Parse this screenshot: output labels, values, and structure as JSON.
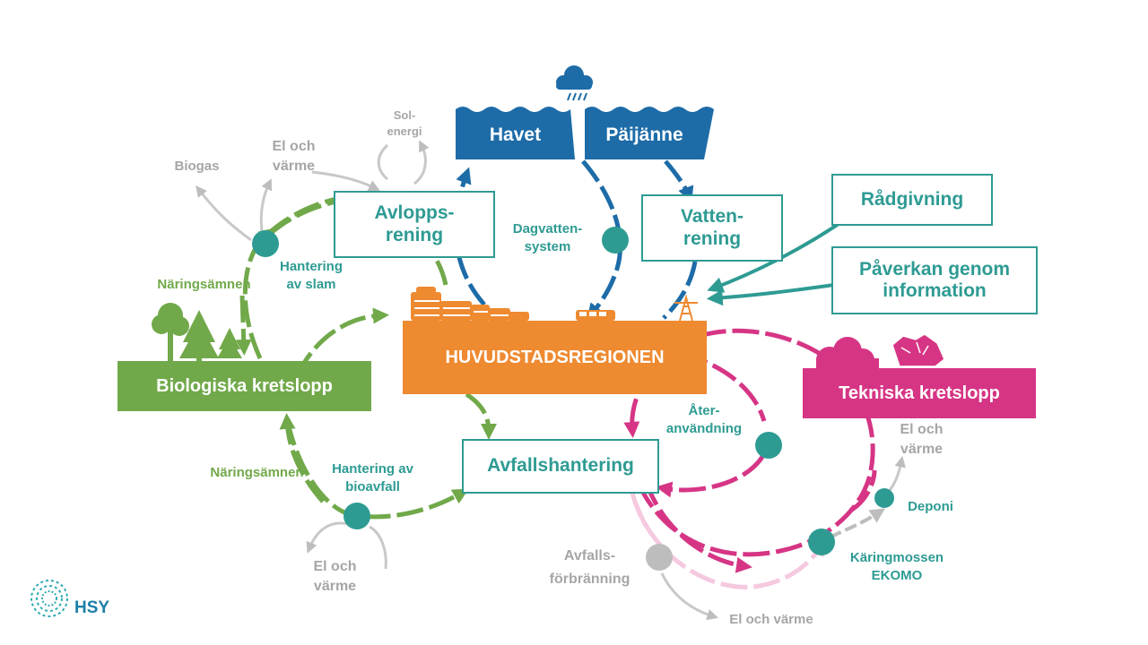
{
  "colors": {
    "green": "#71a94a",
    "teal": "#2e9b93",
    "blue": "#1d6ca8",
    "orange": "#ee8a30",
    "magenta": "#d63585",
    "pink_light": "#f5c9df",
    "grey": "#b5b5b5"
  },
  "center": {
    "label": "HUVUDSTADSREGIONEN"
  },
  "water": {
    "sea": "Havet",
    "lake": "Päijänne"
  },
  "boxes": {
    "avlopp": "Avlopps-\nrening",
    "vatten": "Vatten-\nrening",
    "radgivning": "Rådgivning",
    "paverkan": "Påverkan genom\ninformation",
    "avfall": "Avfallshantering",
    "bio": "Biologiska kretslopp",
    "tek": "Tekniska kretslopp"
  },
  "labels": {
    "biogas": "Biogas",
    "el_varme_top": "El och\nvärme",
    "solenergi": "Sol-\nenergi",
    "dagvatten": "Dagvatten-\nsystem",
    "hantering_slam": "Hantering\nav slam",
    "naringsamnen_top": "Näringsämnen",
    "naringsamnen_bottom": "Näringsämnen",
    "hantering_bio": "Hantering av\nbioavfall",
    "el_varme_bottom": "El och\nvärme",
    "ater": "Åter-\nanvändning",
    "el_varme_right": "El och\nvärme",
    "deponi": "Deponi",
    "kari": "Käringmossen\nEKOMO",
    "avfallsforbranning": "Avfalls-\nförbränning",
    "el_och_varme_bottom_right": "El och värme"
  },
  "icons": [
    "cloud-rain-icon",
    "buildings-icon",
    "bus-icon",
    "power-tower-icon",
    "trees-icon",
    "scrap-pile-icon",
    "hsy-logo-icon"
  ],
  "logo": {
    "text": "HSY"
  }
}
